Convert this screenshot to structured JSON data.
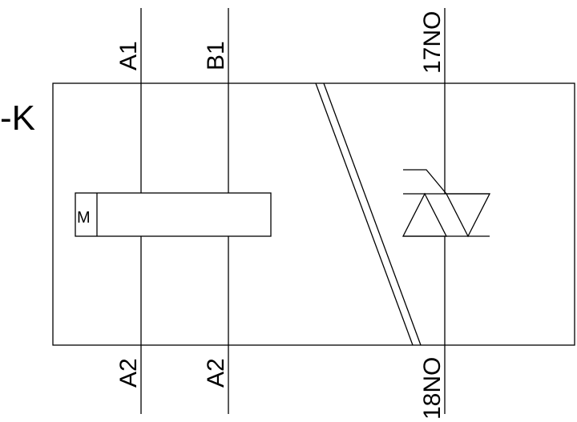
{
  "device_tag": "-K",
  "coil_symbol_label": "M",
  "terminals": {
    "a1": "A1",
    "b1": "B1",
    "a2_left": "A2",
    "a2_right": "A2",
    "no_top": "17NO",
    "no_bottom": "18NO"
  }
}
